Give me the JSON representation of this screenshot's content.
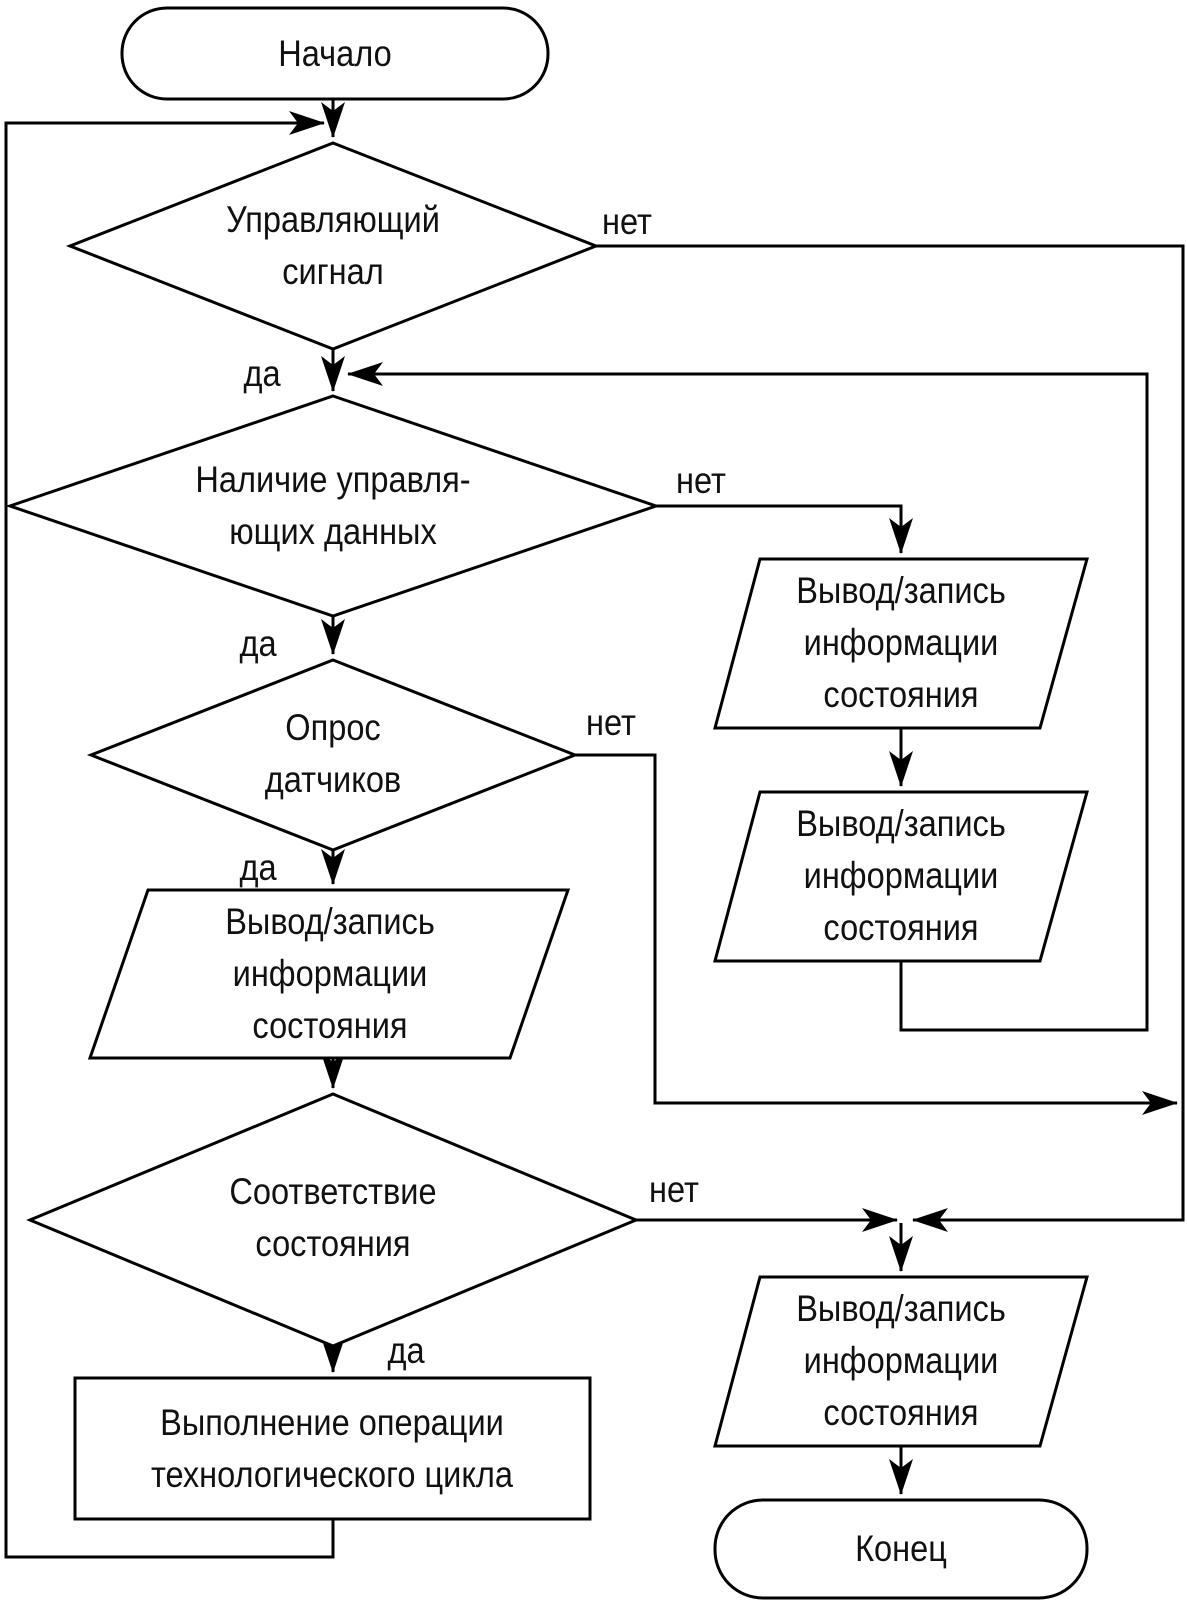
{
  "nodes": {
    "start": {
      "label": "Начало",
      "type": "terminator"
    },
    "d1": {
      "label": "Управляющий\nсигнал",
      "type": "decision"
    },
    "d2": {
      "label": "Наличие управля-\nющих данных",
      "type": "decision"
    },
    "d3": {
      "label": "Опрос\nдатчиков",
      "type": "decision"
    },
    "io_left": {
      "label": "Вывод/запись\nинформации\nсостояния",
      "type": "io"
    },
    "d4": {
      "label": "Соответствие\nсостояния",
      "type": "decision"
    },
    "process": {
      "label": "Выполнение операции\nтехнологического цикла",
      "type": "process"
    },
    "io_right_1": {
      "label": "Вывод/запись\nинформации\nсостояния",
      "type": "io"
    },
    "io_right_2": {
      "label": "Вывод/запись\nинформации\nсостояния",
      "type": "io"
    },
    "io_right_3": {
      "label": "Вывод/запись\nинформации\nсостояния",
      "type": "io"
    },
    "end": {
      "label": "Конец",
      "type": "terminator"
    }
  },
  "edge_labels": {
    "yes1": "да",
    "no1": "нет",
    "yes2": "да",
    "no2": "нет",
    "yes3": "да",
    "no3": "нет",
    "yes4": "да",
    "no4": "нет"
  },
  "colors": {
    "stroke": "#000000",
    "background": "#ffffff"
  }
}
